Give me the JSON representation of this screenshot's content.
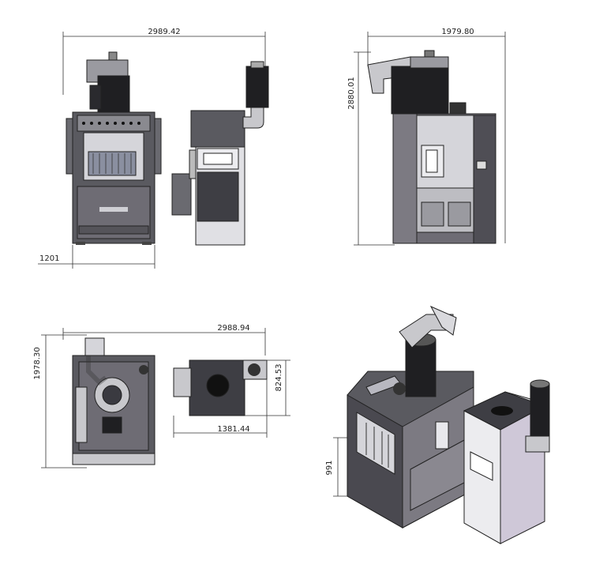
{
  "views": {
    "front": {
      "width_dim": "2989.42",
      "base_dim": "1201"
    },
    "side": {
      "width_dim": "1979.80",
      "height_dim": "2880.01"
    },
    "top": {
      "width_dim": "2988.94",
      "height_dim": "1978.30",
      "depth_dim": "824.53",
      "sub_width_dim": "1381.44"
    },
    "iso": {
      "height_dim": "991"
    }
  },
  "colors": {
    "body_dark": "#5a5a60",
    "body_mid": "#7c7a82",
    "panel_light": "#d9d9dd",
    "motor": "#1f1f22",
    "duct": "#c8c8cc",
    "line": "#222222"
  }
}
